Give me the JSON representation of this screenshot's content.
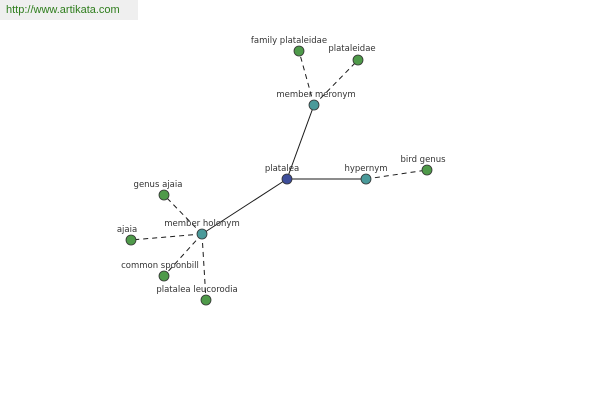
{
  "url": "http://www.artikata.com",
  "colors": {
    "root_node": "#3d4d9a",
    "relation_node": "#4a9a9a",
    "leaf_node": "#4f9a4a",
    "url_text": "#2e7d1c"
  },
  "nodes": [
    {
      "id": "platalea",
      "label": "platalea",
      "kind": "root"
    },
    {
      "id": "member-meronym",
      "label": "member meronym",
      "kind": "relation"
    },
    {
      "id": "hypernym",
      "label": "hypernym",
      "kind": "relation"
    },
    {
      "id": "member-holonym",
      "label": "member holonym",
      "kind": "relation"
    },
    {
      "id": "family-plataleidae",
      "label": "family plataleidae",
      "kind": "leaf"
    },
    {
      "id": "plataleidae",
      "label": "plataleidae",
      "kind": "leaf"
    },
    {
      "id": "bird-genus",
      "label": "bird genus",
      "kind": "leaf"
    },
    {
      "id": "genus-ajaia",
      "label": "genus ajaia",
      "kind": "leaf"
    },
    {
      "id": "ajaia",
      "label": "ajaia",
      "kind": "leaf"
    },
    {
      "id": "common-spoonbill",
      "label": "common spoonbill",
      "kind": "leaf"
    },
    {
      "id": "platalea-leucorodia",
      "label": "platalea leucorodia",
      "kind": "leaf"
    }
  ],
  "edges": [
    {
      "from": "platalea",
      "to": "member-meronym",
      "style": "solid"
    },
    {
      "from": "platalea",
      "to": "hypernym",
      "style": "solid"
    },
    {
      "from": "platalea",
      "to": "member-holonym",
      "style": "solid"
    },
    {
      "from": "member-meronym",
      "to": "family-plataleidae",
      "style": "dashed"
    },
    {
      "from": "member-meronym",
      "to": "plataleidae",
      "style": "dashed"
    },
    {
      "from": "hypernym",
      "to": "bird-genus",
      "style": "dashed"
    },
    {
      "from": "member-holonym",
      "to": "genus-ajaia",
      "style": "dashed"
    },
    {
      "from": "member-holonym",
      "to": "ajaia",
      "style": "dashed"
    },
    {
      "from": "member-holonym",
      "to": "common-spoonbill",
      "style": "dashed"
    },
    {
      "from": "member-holonym",
      "to": "platalea-leucorodia",
      "style": "dashed"
    }
  ]
}
